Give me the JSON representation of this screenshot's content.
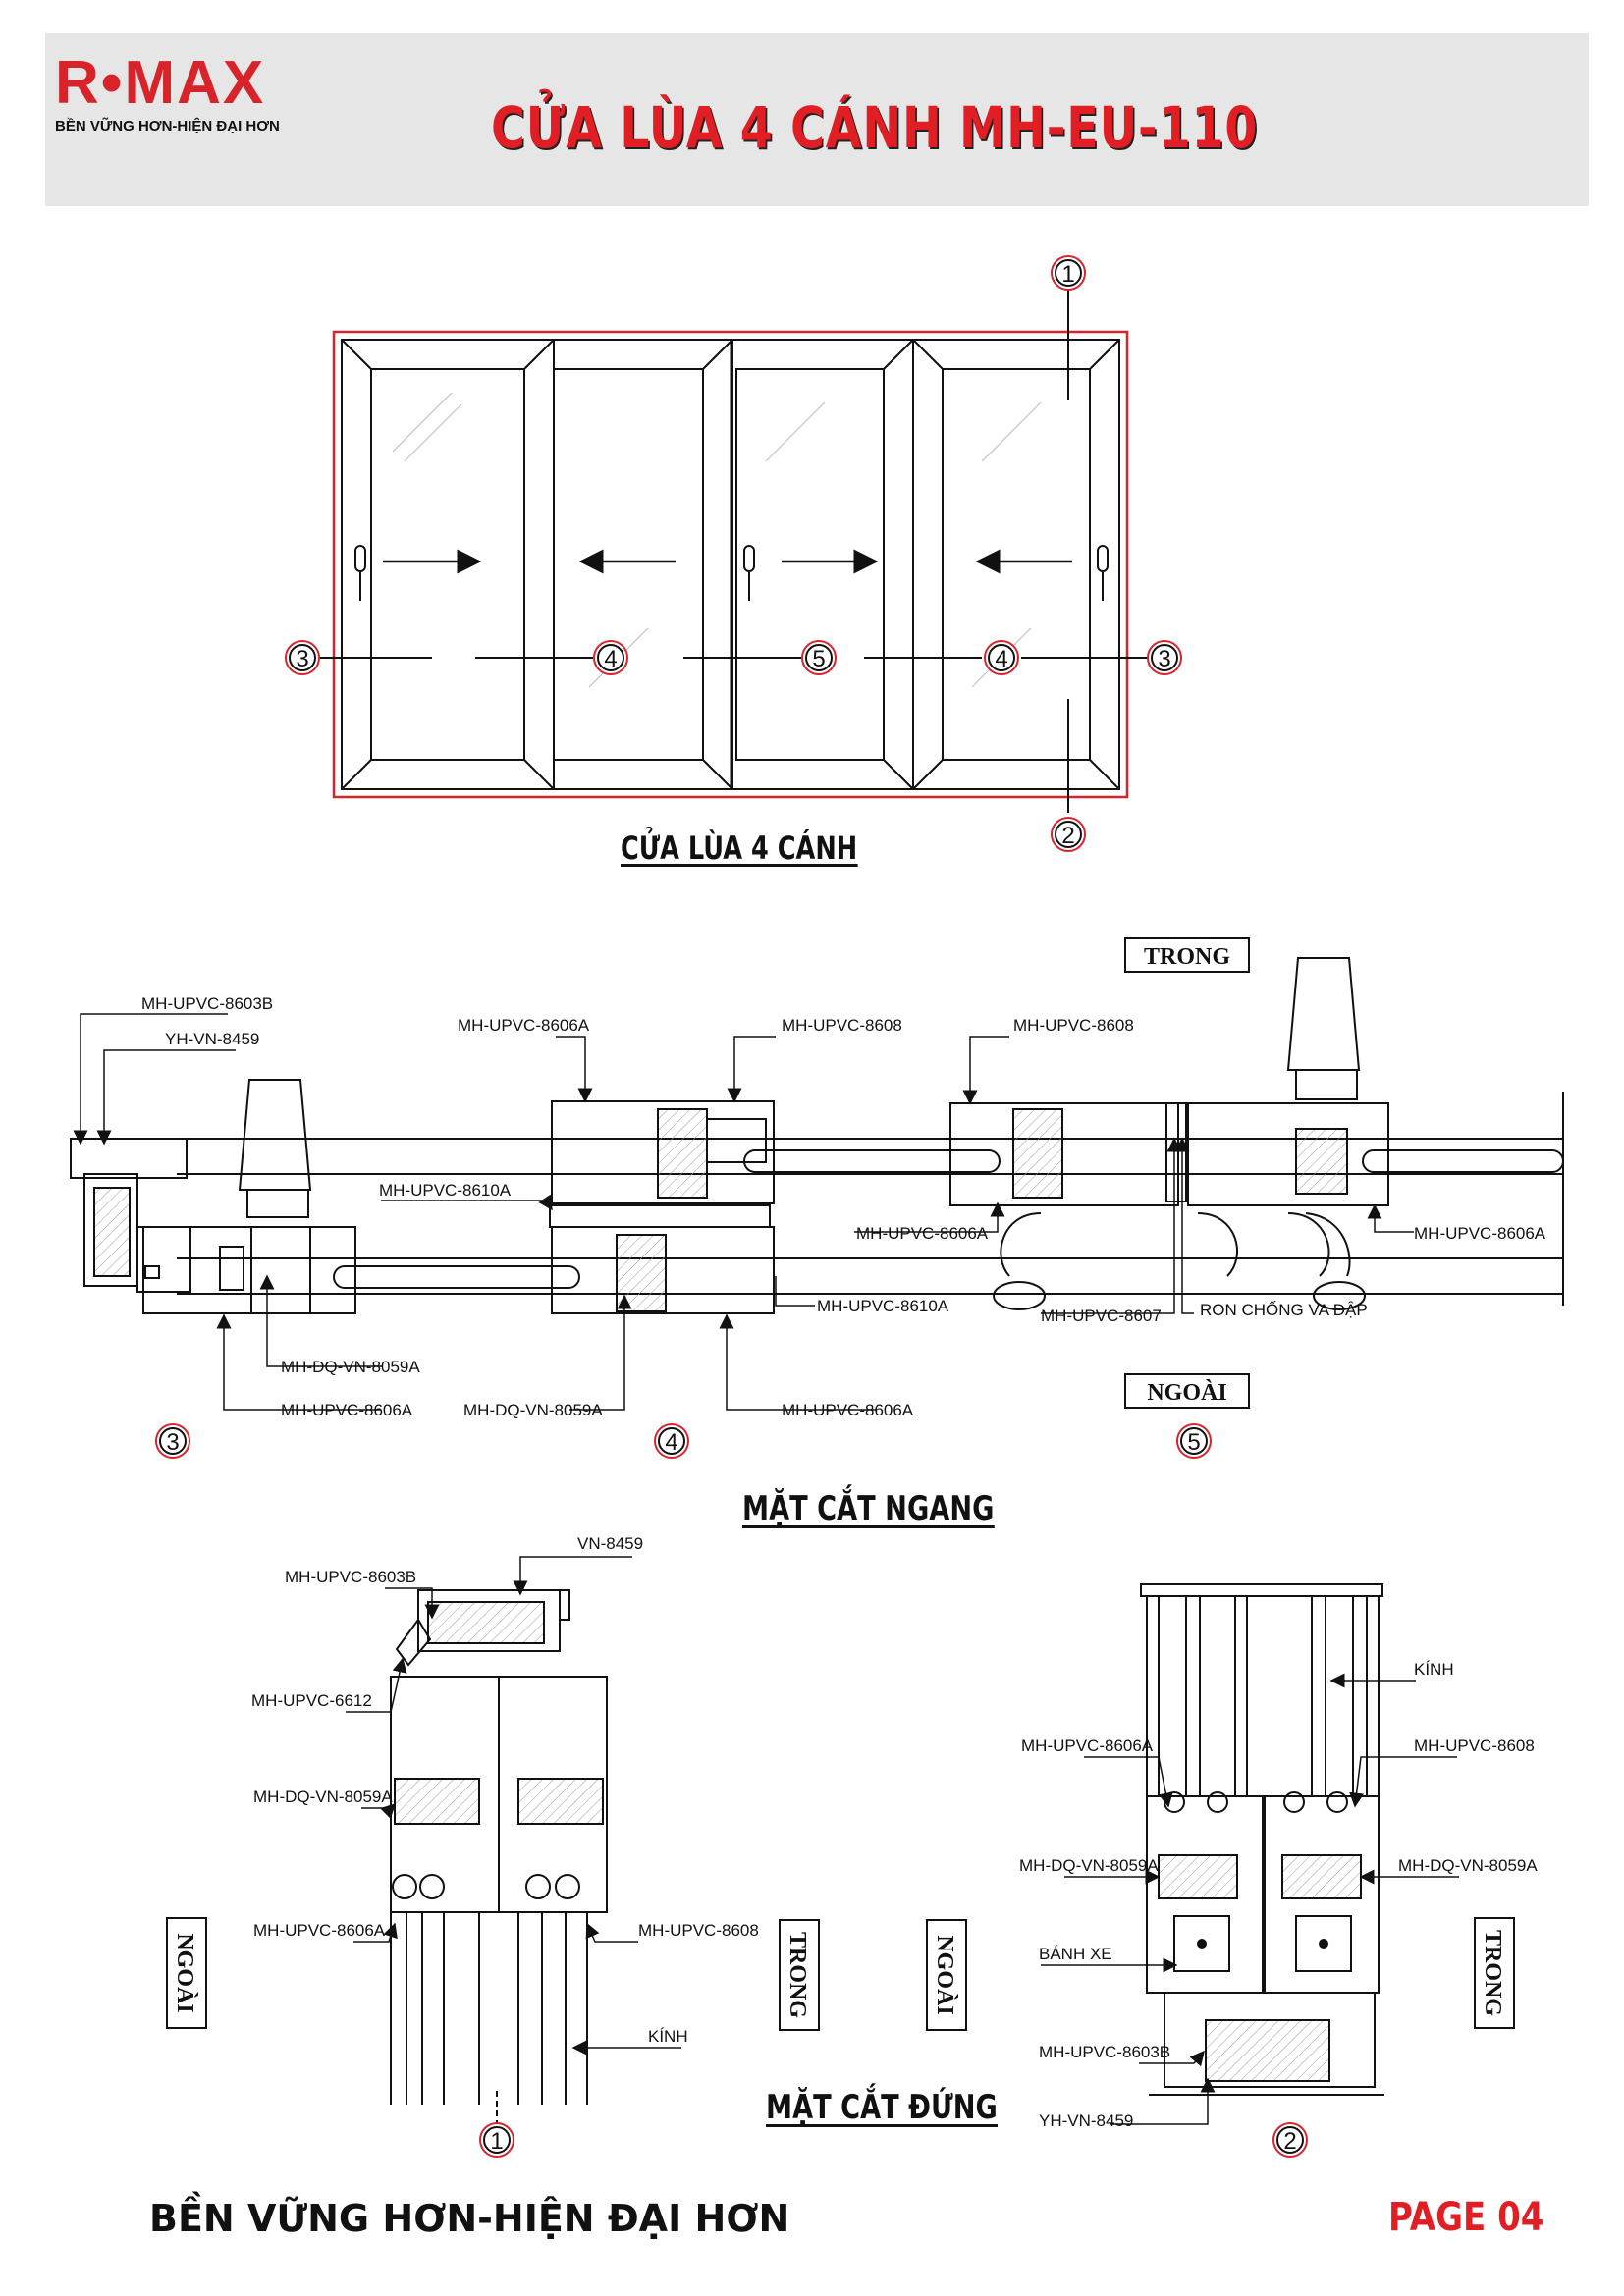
{
  "header": {
    "brand": "R•MAX",
    "tagline": "BỀN VỮNG HƠN-HIỆN ĐẠI HƠN",
    "title": "CỬA LÙA 4 CÁNH MH-EU-110"
  },
  "elevation": {
    "caption": "CỬA LÙA 4 CÁNH",
    "markers": [
      "1",
      "2",
      "3",
      "4",
      "5",
      "4",
      "3"
    ]
  },
  "horizontal_section": {
    "caption": "MẶT CẮT NGANG",
    "inside_label": "TRONG",
    "outside_label": "NGOÀI",
    "labels": {
      "l8603b": "MH-UPVC-8603B",
      "l8459": "YH-VN-8459",
      "l8606a_top": "MH-UPVC-8606A",
      "l8608_a": "MH-UPVC-8608",
      "l8608_b": "MH-UPVC-8608",
      "l8610a_top": "MH-UPVC-8610A",
      "l8606a_mid": "MH-UPVC-8606A",
      "l8606a_right": "MH-UPVC-8606A",
      "l8610a_bot": "MH-UPVC-8610A",
      "l8607": "MH-UPVC-8607",
      "lron": "RON CHỐNG VA ĐẬP",
      "l8059a_1": "MH-DQ-VN-8059A",
      "l8606a_b1": "MH-UPVC-8606A",
      "l8059a_2": "MH-DQ-VN-8059A",
      "l8606a_b2": "MH-UPVC-8606A"
    },
    "markers": [
      "3",
      "4",
      "5"
    ]
  },
  "vertical_section": {
    "caption": "MẶT CẮT ĐỨNG",
    "left_labels": {
      "vn8459": "VN-8459",
      "l8603b": "MH-UPVC-8603B",
      "l6612": "MH-UPVC-6612",
      "l8059a": "MH-DQ-VN-8059A",
      "l8606a": "MH-UPVC-8606A",
      "l8608": "MH-UPVC-8608",
      "kinh": "KÍNH"
    },
    "right_labels": {
      "kinh": "KÍNH",
      "l8606a": "MH-UPVC-8606A",
      "l8608": "MH-UPVC-8608",
      "l8059a_l": "MH-DQ-VN-8059A",
      "l8059a_r": "MH-DQ-VN-8059A",
      "banh_xe": "BÁNH XE",
      "l8603b": "MH-UPVC-8603B",
      "l8459": "YH-VN-8459"
    },
    "side_labels": [
      "NGOÀI",
      "TRONG",
      "NGOÀI",
      "TRONG"
    ],
    "markers": [
      "1",
      "2"
    ]
  },
  "footer": {
    "slogan": "BỀN VỮNG HƠN-HIỆN ĐẠI HƠN",
    "page": "PAGE  04"
  },
  "colors": {
    "accent": "#e01e24",
    "header_bg": "#e6e6e6",
    "line": "#111111"
  }
}
